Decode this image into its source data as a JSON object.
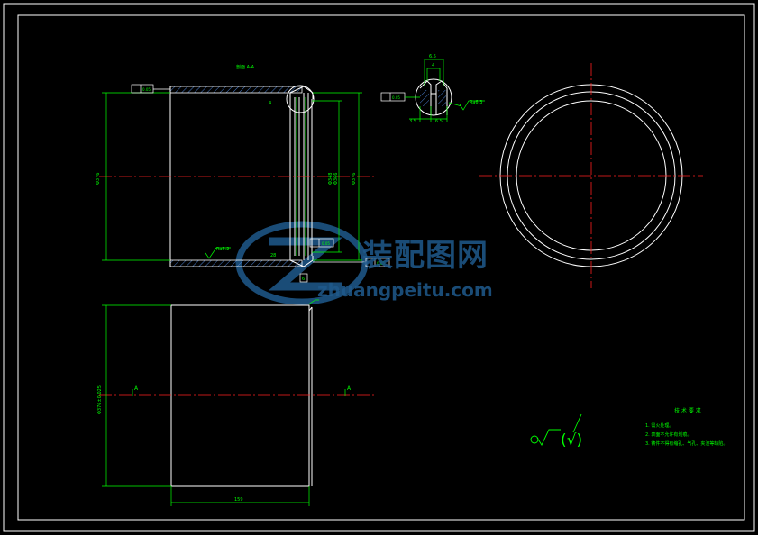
{
  "drawing": {
    "section_label": "剖面 A-A",
    "watermark_cn": "装配图网",
    "watermark_en": "zhuangpeitu.com",
    "section_marker": "A",
    "plan_marker": "6",
    "roughness_mark": "(√)",
    "dims": {
      "left_dia": "Φ376",
      "inner_dia_1": "Φ348",
      "inner_dia_2": "Φ366",
      "outer_dia_right": "Φ376",
      "top_dim_1": "6.5",
      "top_dim_2": "4",
      "bottom_dim_1": "3.5",
      "bottom_dim_2": "6.5",
      "ra_1": "Ra3.2",
      "ra_2": "Ra6.3",
      "side_small": "4",
      "bottom_small": "28",
      "lower_height": "Φ376±0.025",
      "lower_width": "159"
    },
    "tolerances": {
      "top_left": "0.05",
      "bottom_right": "0.05",
      "detail_left": "0.05",
      "bottom_mid": "0.05"
    },
    "tech_title": "技 术 要 求",
    "tech_lines": [
      "1. 需火处理。",
      "2. 表面不允许有划痕。",
      "3. 铸件不得有缩孔、气孔、夹渣等缺陷。"
    ]
  }
}
